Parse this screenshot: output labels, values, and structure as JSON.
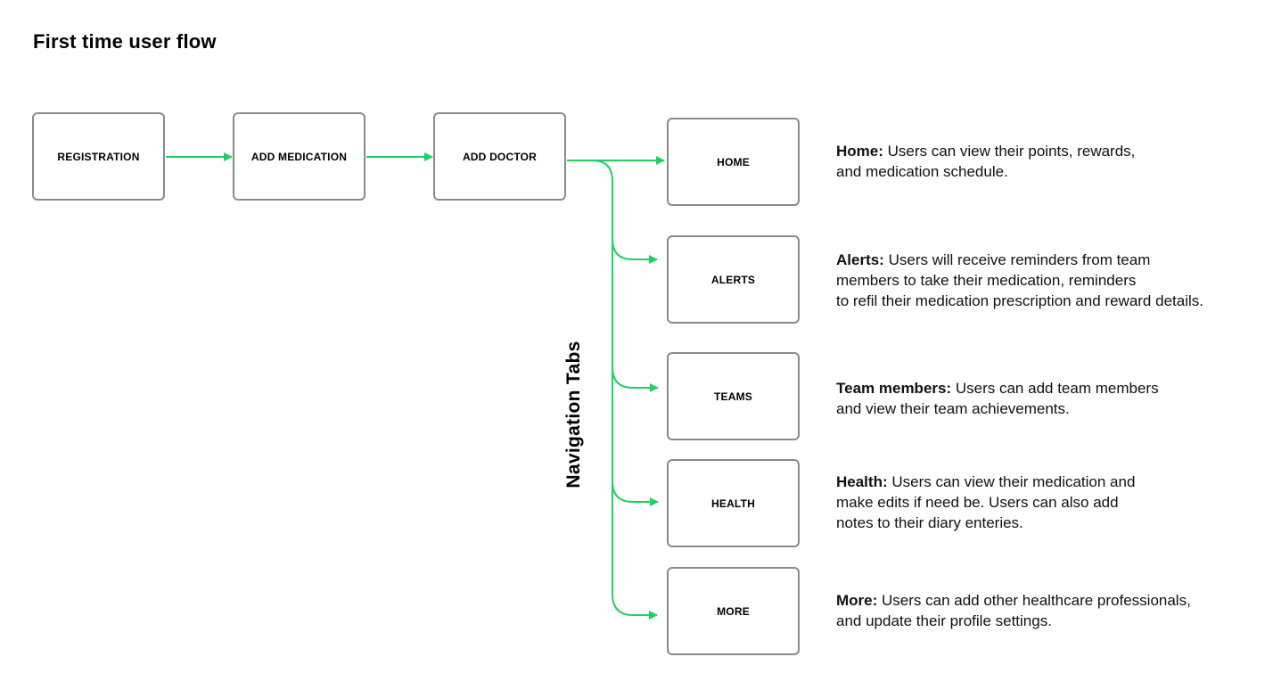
{
  "title": "First time user flow",
  "accent_color": "#1fd066",
  "box_border_color": "#8a8a8a",
  "flow": [
    {
      "label": "REGISTRATION"
    },
    {
      "label": "ADD MEDICATION"
    },
    {
      "label": "ADD DOCTOR"
    }
  ],
  "nav_label": "Navigation Tabs",
  "tabs": [
    {
      "label": "HOME"
    },
    {
      "label": "ALERTS"
    },
    {
      "label": "TEAMS"
    },
    {
      "label": "HEALTH"
    },
    {
      "label": "MORE"
    }
  ],
  "descriptions": [
    {
      "lead": "Home:",
      "lines": [
        " Users can view their points, rewards,",
        "and medication schedule."
      ]
    },
    {
      "lead": "Alerts:",
      "lines": [
        " Users will receive reminders from team",
        "members to take their medication, reminders",
        "to refil their medication prescription and reward details."
      ]
    },
    {
      "lead": "Team members:",
      "lines": [
        " Users can add team members",
        "and view their team achievements."
      ]
    },
    {
      "lead": "Health:",
      "lines": [
        " Users can view their medication and",
        "make edits if need be. Users can also add",
        "notes to their diary enteries."
      ]
    },
    {
      "lead": "More:",
      "lines": [
        " Users can add other healthcare professionals,",
        "and update their profile settings."
      ]
    }
  ]
}
